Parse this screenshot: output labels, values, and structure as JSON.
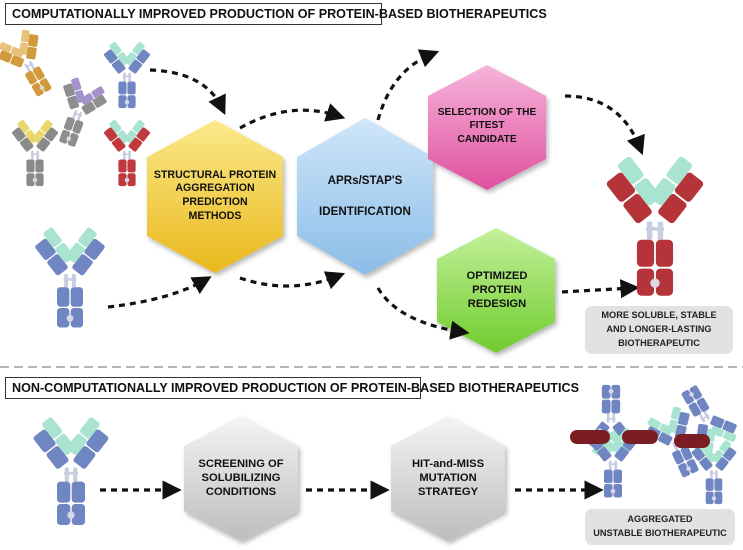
{
  "colors": {
    "heavy_chain": "#6f86c2",
    "light_chain": "#a9e4d0",
    "hinge": "#c9cde0",
    "aggregated_chain": "#b5343a",
    "aggregate_bar": "#7a1e24",
    "hex_yellow": "#f2cd35",
    "hex_blue": "#a9d0f0",
    "hex_pink": "#e86cb6",
    "hex_green": "#8edc4c",
    "hex_grey": "#d7d7d7"
  },
  "top_section": {
    "title": "COMPUTATIONALLY IMPROVED PRODUCTION OF PROTEIN-BASED BIOTHERAPEUTICS",
    "hex_prediction": [
      "STRUCTURAL PROTEIN",
      "AGGREGATION",
      "PREDICTION",
      "METHODS"
    ],
    "hex_identification": [
      "APRs/STAP'S",
      "",
      "IDENTIFICATION"
    ],
    "hex_selection": [
      "SELECTION OF THE",
      "FITEST",
      "CANDIDATE"
    ],
    "hex_redesign": [
      "OPTIMIZED",
      "PROTEIN",
      "REDESIGN"
    ],
    "result": [
      "MORE SOLUBLE, STABLE",
      "AND LONGER-LASTING",
      "BIOTHERAPEUTIC"
    ]
  },
  "bottom_section": {
    "title": "NON-COMPUTATIONALLY IMPROVED PRODUCTION OF PROTEIN-BASED BIOTHERAPEUTICS",
    "hex_screening": [
      "SCREENING OF",
      "SOLUBILIZING",
      "CONDITIONS"
    ],
    "hex_hitmiss": [
      "HIT-and-MISS",
      "MUTATION",
      "STRATEGY"
    ],
    "result": [
      "AGGREGATED",
      "UNSTABLE BIOTHERAPEUTIC"
    ]
  }
}
